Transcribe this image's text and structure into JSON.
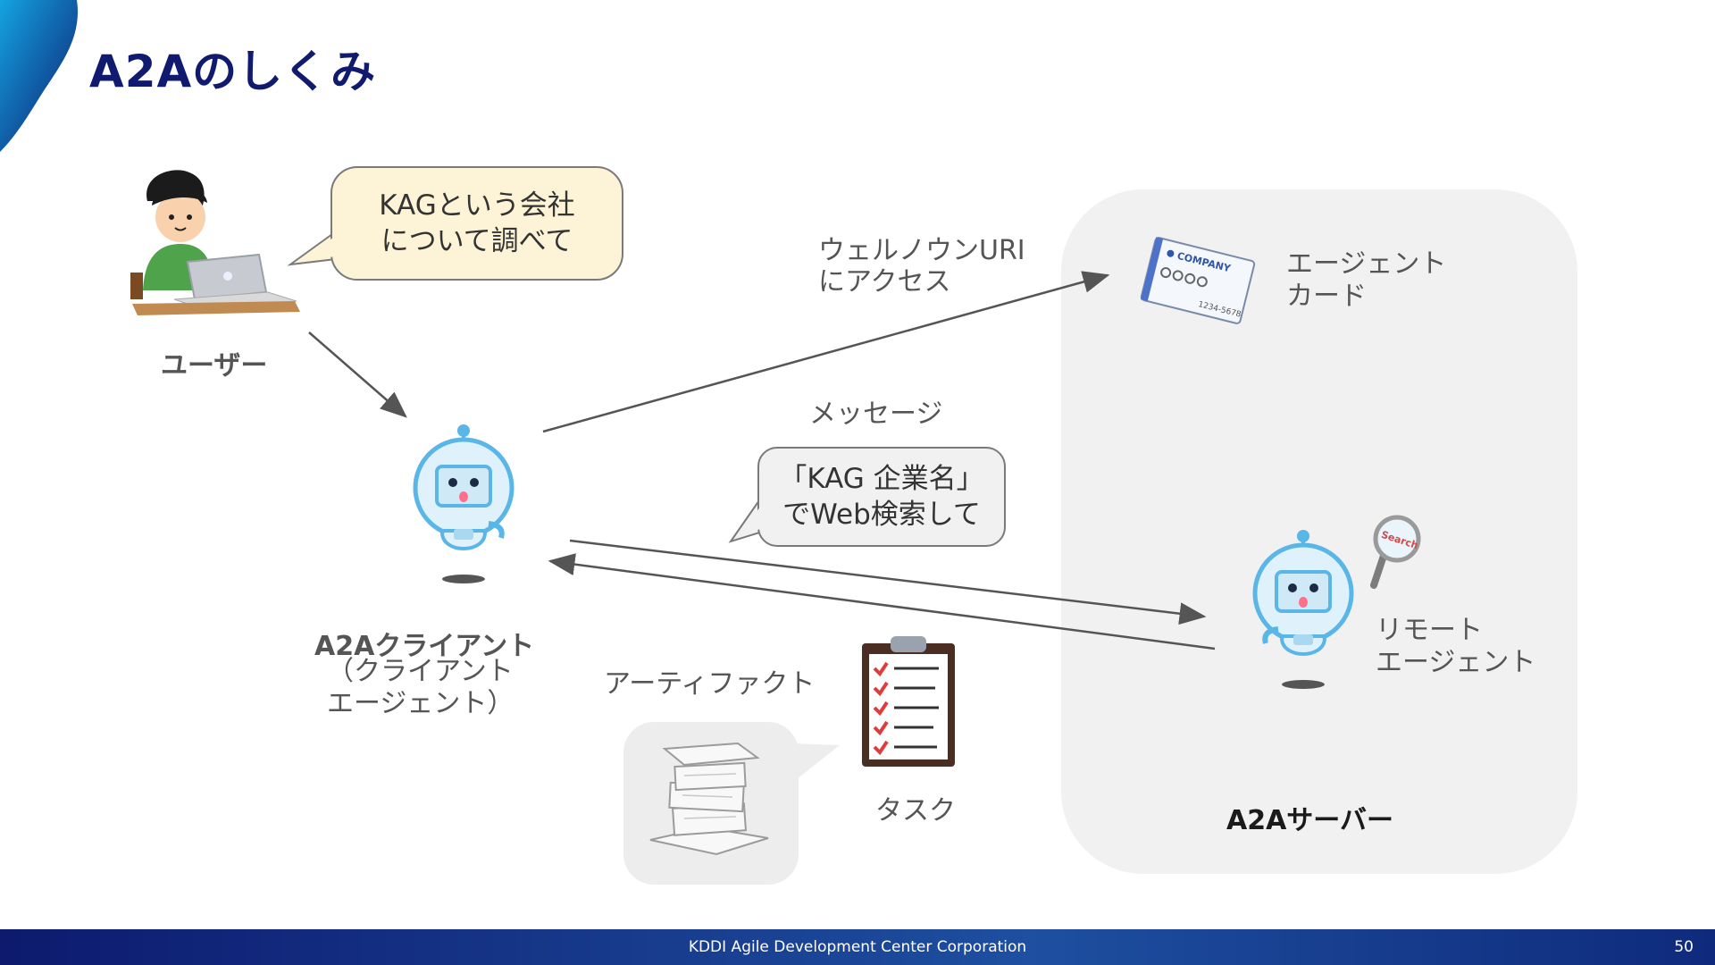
{
  "slide": {
    "title": "A2Aのしくみ",
    "footer": "KDDI Agile Development Center Corporation",
    "page_number": "50"
  },
  "user": {
    "label": "ユーザー",
    "speech_line1": "KAGという会社",
    "speech_line2": "について調べて"
  },
  "client": {
    "label": "A2Aクライアント",
    "sub_line1": "（クライアント",
    "sub_line2": "エージェント）"
  },
  "arrows": {
    "wellknown_line1": "ウェルノウンURI",
    "wellknown_line2": "にアクセス",
    "message": "メッセージ",
    "message_bubble_line1": "「KAG 企業名」",
    "message_bubble_line2": "でWeb検索して"
  },
  "artifacts": {
    "label": "アーティファクト",
    "task_label": "タスク"
  },
  "server": {
    "label": "A2Aサーバー",
    "agent_card_line1": "エージェント",
    "agent_card_line2": "カード",
    "card_company": "COMPANY",
    "card_number": "1234-5678",
    "remote_line1": "リモート",
    "remote_line2": "エージェント",
    "search_text": "Search"
  },
  "colors": {
    "title": "#101a6e",
    "footer_start": "#0d1a6e",
    "robot_outline": "#5ab6e6",
    "robot_fill": "#dff2fc",
    "server_panel": "#f1f1f1"
  }
}
